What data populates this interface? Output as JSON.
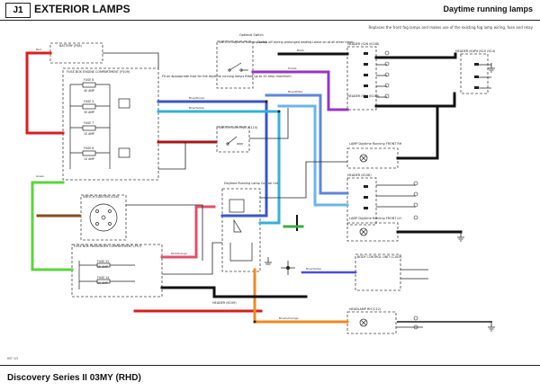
{
  "header": {
    "section_code": "J1",
    "title": "EXTERIOR LAMPS",
    "subtitle": "Daytime running lamps",
    "note": "Replaces the front fog lamps and makes use of the existing fog lamp wiring, fuse and relay"
  },
  "footer": {
    "caption": "Discovery Series II 03MY (RHD)"
  },
  "components": {
    "battery": "BATTERY (P58)",
    "fuse_box_engine": "FUSE BOX ENGINE COMPARTMENT (P109)",
    "fuse_note": "Fit an appropriate fuse for the daytime running lamps fitted up to 15 Amp maximum",
    "optional_switch": "Optional Switch",
    "switch_drl": "SWITCH Daytime Running Lamp",
    "switch_note": "Switch off during prolonged wading Leave on at all other times",
    "switch_lighting": "SWITCH LIGHTING (C110)",
    "switch_ignition": "SWITCH IGNITION (S16)",
    "fuse_box_passenger": "FUSE BOX PASSENGER COMPARTMENT (P57)",
    "drl_control_unit": "Daytime Running Lamp Control Unit",
    "header_right_a": "HEADER (S26 (K108)",
    "header_right_b": "HEADER (S26 (K109)",
    "header_far_right": "HEADER (K4P4 (K10 (K14)",
    "lamp_rh": "LAMP Daytime Running FRONT RH",
    "lamp_lh": "LAMP Daytime Running FRONT LH",
    "header_right_c": "HEADER (K106)",
    "body_control_unit": "BODY CONTROL UNIT (C100)",
    "headlamp_rh": "HEADLAMP RH (C12)",
    "header_bottom": "HEADER (K109)"
  },
  "fuse_labels": {
    "f_a": "FUSE 8",
    "f_b": "FUSE 5",
    "f_c": "FUSE 7",
    "f_d": "FUSE 6",
    "f_e": "FUSE 22",
    "f_f": "FUSE 14",
    "a_a": "40 AMP",
    "a_b": "30 AMP",
    "a_c": "15 AMP",
    "a_d": "10 AMP",
    "a_e": "15 AMP",
    "a_f": "10 AMP"
  },
  "wire_labels": {
    "w1": "Red",
    "w2": "Blue/Purple",
    "w3": "Blue/Yellow",
    "w4": "Blue/White",
    "w5": "Red/Orange",
    "w6": "Black",
    "w7": "Green",
    "w8": "Brown/Orange",
    "w9": "Blue/Yellow",
    "w10": "Purple"
  },
  "diagram_ref": "REF 2/5"
}
